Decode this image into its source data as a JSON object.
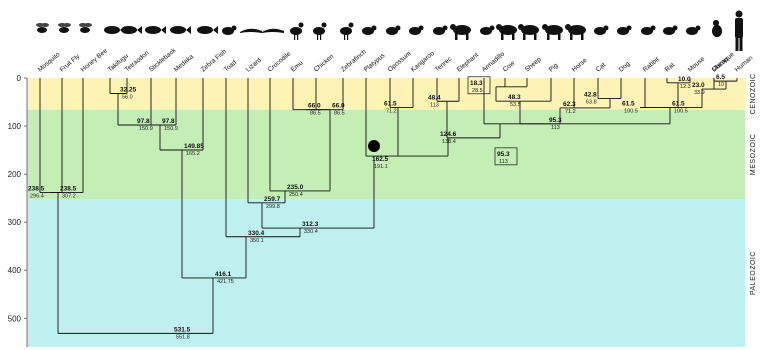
{
  "taxa": [
    "Mosquito",
    "Fruit Fly",
    "Honey Bee",
    "Takifugu",
    "Tetraodon",
    "Stickleback",
    "Medaka",
    "Zebra Fish",
    "Toad",
    "Lizard",
    "Crocodile",
    "Emu",
    "Chicken",
    "Zebrafinch",
    "Platypus",
    "Opossum",
    "Kangaroo",
    "Tenrec",
    "Elephant",
    "Armadillo",
    "Cow",
    "Sheep",
    "Pig",
    "Horse",
    "Cat",
    "Dog",
    "Rabbit",
    "Rat",
    "Mouse",
    "Macaque",
    "Chimp",
    "Human"
  ],
  "animal_icons": [
    "mosquito-icon",
    "fly-icon",
    "bee-icon",
    "pufferfish-icon",
    "pufferfish-icon",
    "stickleback-icon",
    "fish-icon",
    "fish-icon",
    "frog-icon",
    "lizard-icon",
    "crocodile-icon",
    "emu-icon",
    "chicken-icon",
    "finch-icon",
    "platypus-icon",
    "opossum-icon",
    "kangaroo-icon",
    "tenrec-icon",
    "elephant-icon",
    "armadillo-icon",
    "cow-icon",
    "sheep-icon",
    "pig-icon",
    "horse-icon",
    "cat-icon",
    "dog-icon",
    "rabbit-icon",
    "rat-icon",
    "mouse-icon",
    "macaque-icon",
    "chimp-icon",
    "human-icon"
  ],
  "axis": {
    "ticks": [
      0,
      100,
      200,
      300,
      400,
      500
    ],
    "max": 560
  },
  "eras": [
    {
      "name": "CENOZOIC",
      "from": 0,
      "to": 66,
      "color": "#fdf3b4"
    },
    {
      "name": "MESOZOIC",
      "from": 66,
      "to": 252,
      "color": "#c4eeb5"
    },
    {
      "name": "PALEOZOIC",
      "from": 252,
      "to": 560,
      "color": "#bff0f0"
    }
  ],
  "nodes": [
    {
      "id": "arthro_in",
      "age": 238.5,
      "range": "296.4",
      "boxed": false
    },
    {
      "id": "arthro",
      "age": 238.5,
      "range": "307.2",
      "boxed": false
    },
    {
      "id": "puffers",
      "age": 32.25,
      "range": "56.0",
      "boxed": false
    },
    {
      "id": "puf_stick",
      "age": 97.8,
      "range": "150.9",
      "boxed": false
    },
    {
      "id": "puf_med",
      "age": 97.8,
      "range": "150.9",
      "boxed": false
    },
    {
      "id": "teleost",
      "age": 149.85,
      "range": "165.2",
      "boxed": false
    },
    {
      "id": "birds",
      "age": 66.0,
      "range": "86.5",
      "boxed": false
    },
    {
      "id": "neognath",
      "age": 66.0,
      "range": "86.5",
      "boxed": false
    },
    {
      "id": "archo",
      "age": 235.0,
      "range": "250.4",
      "boxed": false
    },
    {
      "id": "sauria",
      "age": 259.7,
      "range": "299.8",
      "boxed": false
    },
    {
      "id": "amniota",
      "age": 312.3,
      "range": "330.4",
      "boxed": false
    },
    {
      "id": "tetra",
      "age": 330.4,
      "range": "350.1",
      "boxed": false
    },
    {
      "id": "verts",
      "age": 416.1,
      "range": "421.75",
      "boxed": false
    },
    {
      "id": "bilat",
      "age": 531.5,
      "range": "551.8",
      "boxed": false
    },
    {
      "id": "marsup",
      "age": 61.5,
      "range": "71.2",
      "boxed": false
    },
    {
      "id": "afro",
      "age": 48.4,
      "range": "113",
      "boxed": false
    },
    {
      "id": "cetart",
      "age": 18.3,
      "range": "28.5",
      "boxed": true
    },
    {
      "id": "cet_pig",
      "age": 48.3,
      "range": "53.5",
      "boxed": false
    },
    {
      "id": "horse_carn",
      "age": 62.3,
      "range": "71.2",
      "boxed": false
    },
    {
      "id": "carn",
      "age": 42.8,
      "range": "63.8",
      "boxed": false
    },
    {
      "id": "laur",
      "age": 95.3,
      "range": "113",
      "boxed": false
    },
    {
      "id": "placental",
      "age": 95.3,
      "range": "113",
      "boxed": true
    },
    {
      "id": "eutheria",
      "age": 124.6,
      "range": "138.4",
      "boxed": false
    },
    {
      "id": "mammal",
      "age": 162.5,
      "range": "191.1",
      "boxed": false
    },
    {
      "id": "glires",
      "age": 61.5,
      "range": "100.5",
      "boxed": false
    },
    {
      "id": "murid",
      "age": 10.0,
      "range": "12.3",
      "boxed": false
    },
    {
      "id": "primates",
      "age": 23.0,
      "range": "33.9",
      "boxed": false
    },
    {
      "id": "hominini",
      "age": 6.5,
      "range": "10",
      "boxed": false
    },
    {
      "id": "euarch",
      "age": 61.5,
      "range": "100.5",
      "boxed": false
    }
  ]
}
